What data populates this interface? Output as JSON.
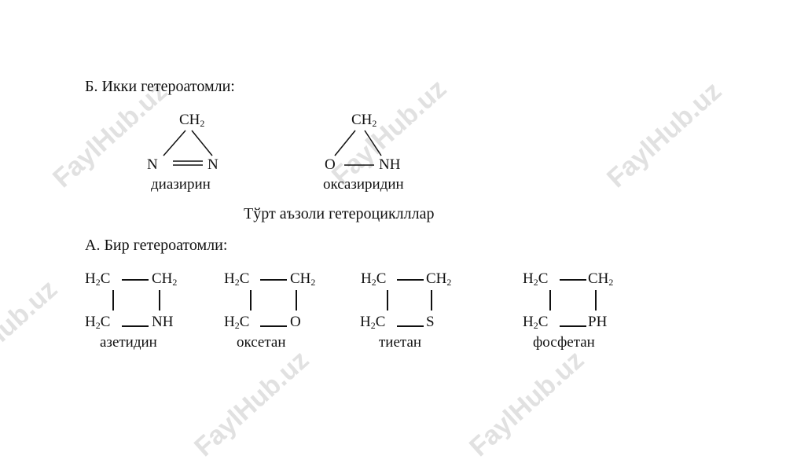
{
  "section_b": {
    "heading": "Б. Икки гетероатомли:",
    "molecules": [
      {
        "top": "CH",
        "left": "N",
        "right": "N",
        "name": "диазирин"
      },
      {
        "top": "CH",
        "left": "O",
        "right": "NH",
        "name": "оксазиридин"
      }
    ]
  },
  "subheading": "Тўрт аъзоли гетероциклллар",
  "section_a": {
    "heading": "А. Бир гетероатомли:",
    "molecules": [
      {
        "tl": "H",
        "tl2": "C",
        "tr": "CH",
        "bl": "H",
        "bl2": "C",
        "br": "NH",
        "name": "азетидин"
      },
      {
        "tl": "H",
        "tl2": "C",
        "tr": "CH",
        "bl": "H",
        "bl2": "C",
        "br": "O",
        "name": "оксетан"
      },
      {
        "tl": "H",
        "tl2": "C",
        "tr": "CH",
        "bl": "H",
        "bl2": "C",
        "br": "S",
        "name": "тиетан"
      },
      {
        "tl": "H",
        "tl2": "C",
        "tr": "CH",
        "bl": "H",
        "bl2": "C",
        "br": "PH",
        "name": "фосфетан"
      }
    ]
  },
  "subscript": "2",
  "watermark": "FaylHub.uz"
}
